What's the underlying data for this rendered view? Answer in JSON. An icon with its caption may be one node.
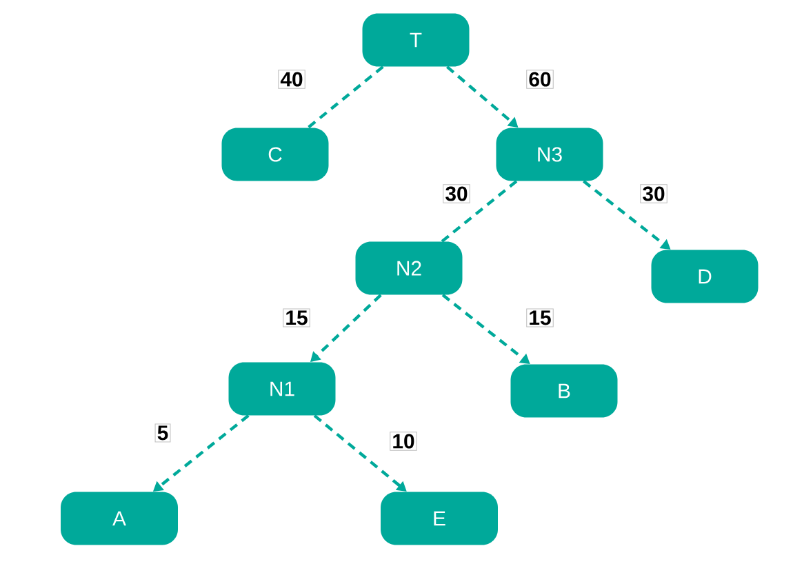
{
  "diagram": {
    "nodes": [
      {
        "text": [
          "T"
        ]
      },
      {
        "text": [
          "C"
        ]
      },
      {
        "text": [
          "N3"
        ]
      },
      {
        "text": [
          "N2"
        ]
      },
      {
        "text": [
          "D"
        ]
      },
      {
        "text": [
          "N1"
        ]
      },
      {
        "text": [
          "B"
        ]
      },
      {
        "text": [
          "A"
        ]
      },
      {
        "text": [
          "E"
        ]
      }
    ],
    "edges": [
      {
        "from": 0,
        "to": 1,
        "arrow": "none",
        "label": "40",
        "style": "dashed"
      },
      {
        "from": 0,
        "to": 2,
        "arrow": "to",
        "label": "60",
        "style": "dashed"
      },
      {
        "from": 2,
        "to": 3,
        "arrow": "none",
        "label": "30",
        "style": "dashed"
      },
      {
        "from": 2,
        "to": 4,
        "arrow": "to",
        "label": "30",
        "style": "dashed"
      },
      {
        "from": 3,
        "to": 5,
        "arrow": "to",
        "label": "15",
        "style": "dashed"
      },
      {
        "from": 3,
        "to": 6,
        "arrow": "to",
        "label": "15",
        "style": "dashed"
      },
      {
        "from": 5,
        "to": 7,
        "arrow": "to",
        "label": "5",
        "style": "dashed"
      },
      {
        "from": 5,
        "to": 8,
        "arrow": "to",
        "label": "10",
        "style": "dashed"
      }
    ]
  }
}
